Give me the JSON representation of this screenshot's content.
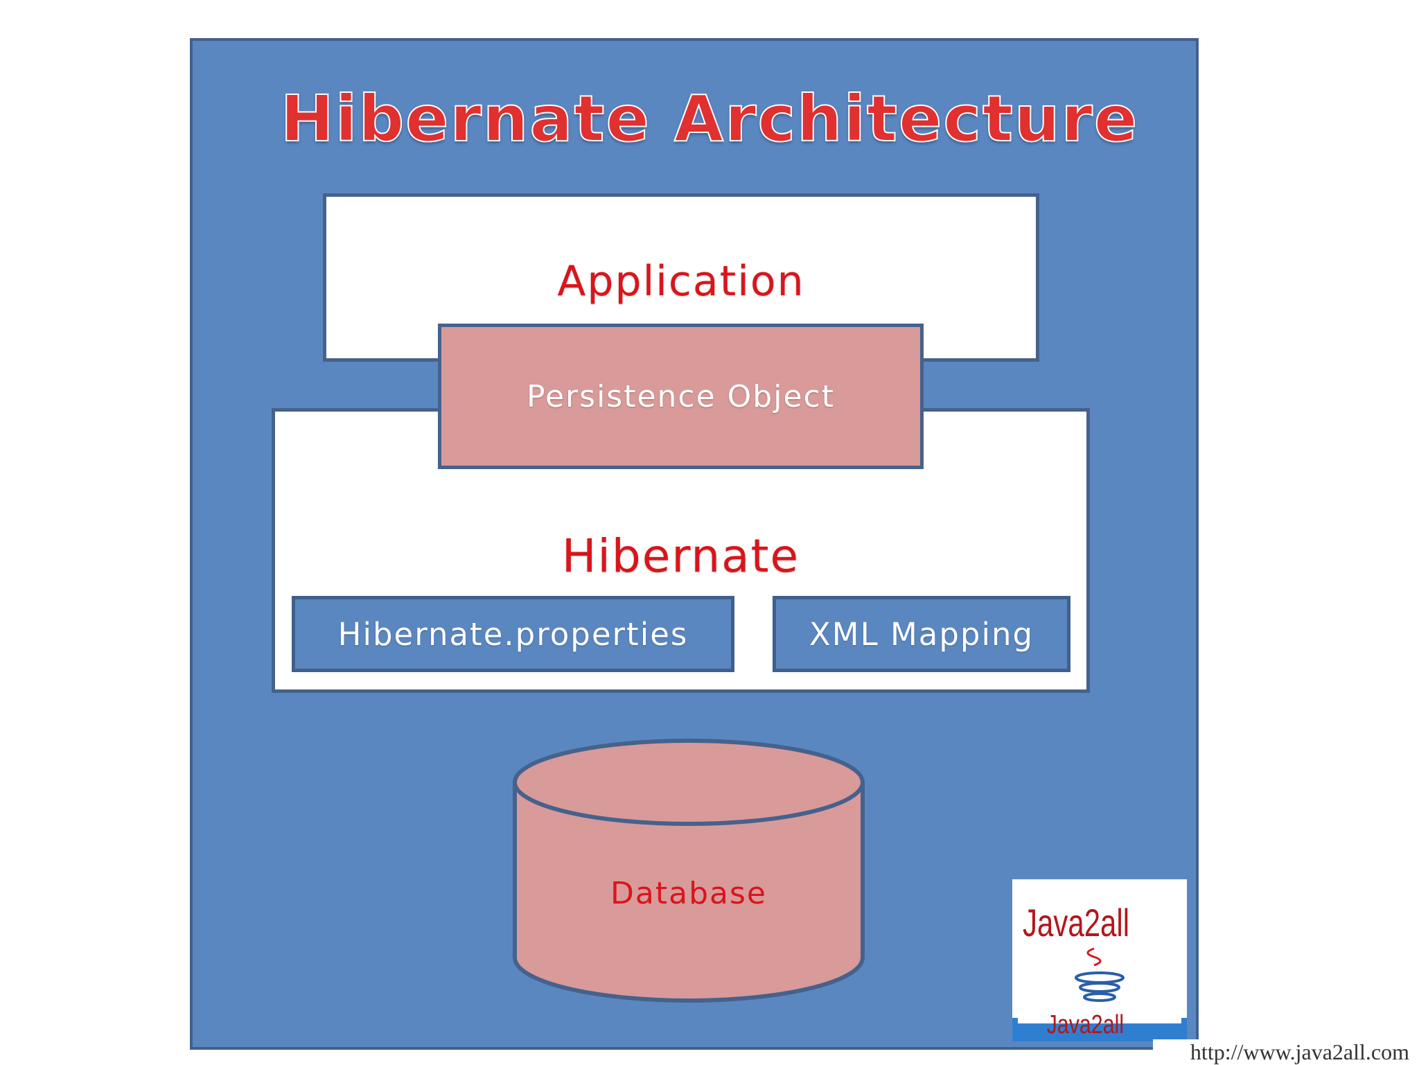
{
  "diagram": {
    "title": "Hibernate Architecture",
    "application": "Application",
    "persistence_object": "Persistence Object",
    "hibernate": "Hibernate",
    "hibernate_properties": "Hibernate.properties",
    "xml_mapping": "XML Mapping",
    "database": "Database"
  },
  "logo": {
    "text_top": "Java2all",
    "text_bottom": "Java2all"
  },
  "footer": {
    "url": "http://www.java2all.com"
  },
  "colors": {
    "panel_blue": "#5b87c1",
    "panel_border": "#3f618f",
    "accent_red": "#d9151b",
    "pink_fill": "#d99a9a"
  }
}
